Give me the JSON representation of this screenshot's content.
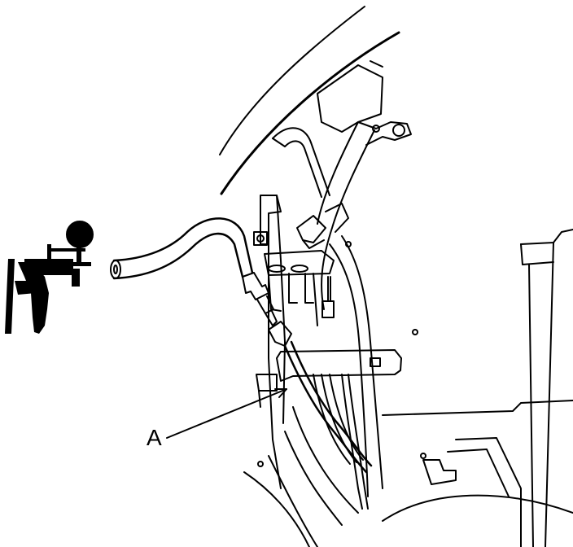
{
  "diagram": {
    "callouts": [
      {
        "id": "A",
        "label": "A",
        "target": "hose-a"
      }
    ],
    "colors": {
      "line": "#000000",
      "background": "#ffffff"
    },
    "icons": [
      "vacuum-pump-gauge-icon"
    ]
  }
}
